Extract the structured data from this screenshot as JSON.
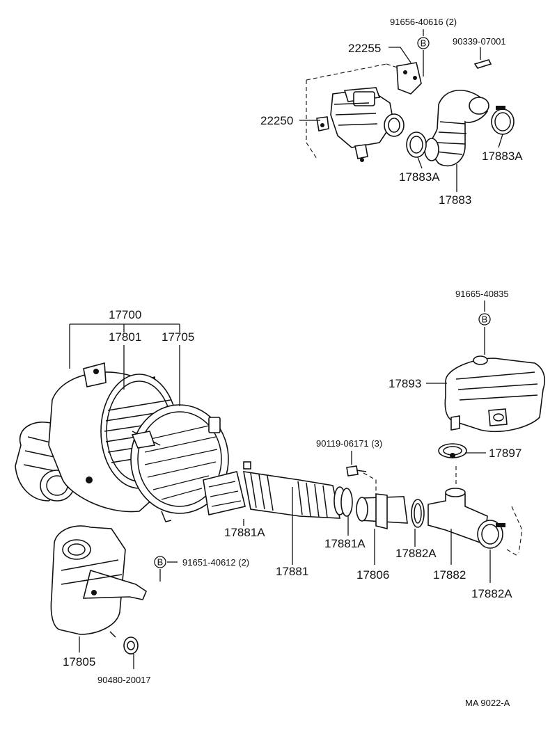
{
  "labels": {
    "p91656": "91656-40616 (2)",
    "p22255": "22255",
    "p90339": "90339-07001",
    "p22250": "22250",
    "p17883A_right": "17883A",
    "p17883A_left": "17883A",
    "p17883": "17883",
    "p91665": "91665-40835",
    "p17700": "17700",
    "p17801": "17801",
    "p17705": "17705",
    "p17893": "17893",
    "p90119": "90119-06171 (3)",
    "p17897": "17897",
    "p17881A_left": "17881A",
    "p17881": "17881",
    "p17881A_right": "17881A",
    "p17806": "17806",
    "p17882A_left": "17882A",
    "p17882": "17882",
    "p17882A_right": "17882A",
    "p91651": "91651-40612 (2)",
    "p17805": "17805",
    "p90480": "90480-20017",
    "code": "MA  9022-A"
  },
  "marks": {
    "b": "B"
  }
}
